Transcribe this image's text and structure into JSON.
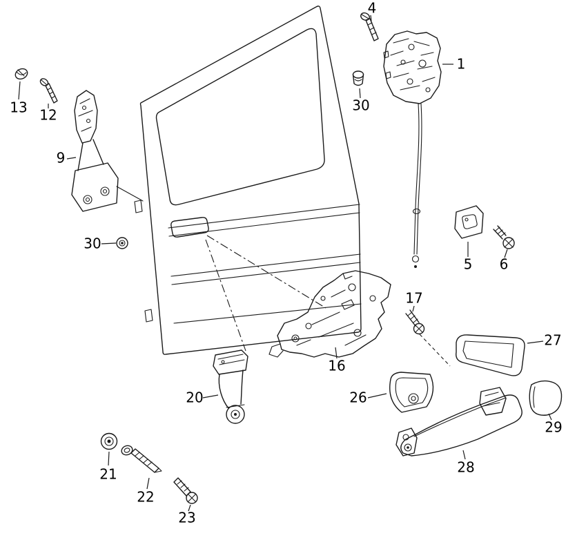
{
  "figure": {
    "type": "exploded-parts-diagram",
    "subject": "sliding-door lock mechanism",
    "background_color": "#ffffff",
    "line_color": "#1a1a1a",
    "callouts": {
      "c1": "1",
      "c4": "4",
      "c5": "5",
      "c6": "6",
      "c9": "9",
      "c12": "12",
      "c13": "13",
      "c16": "16",
      "c17": "17",
      "c20": "20",
      "c21": "21",
      "c22": "22",
      "c23": "23",
      "c26": "26",
      "c27": "27",
      "c28": "28",
      "c29": "29",
      "c30_top": "30",
      "c30_left": "30"
    }
  }
}
